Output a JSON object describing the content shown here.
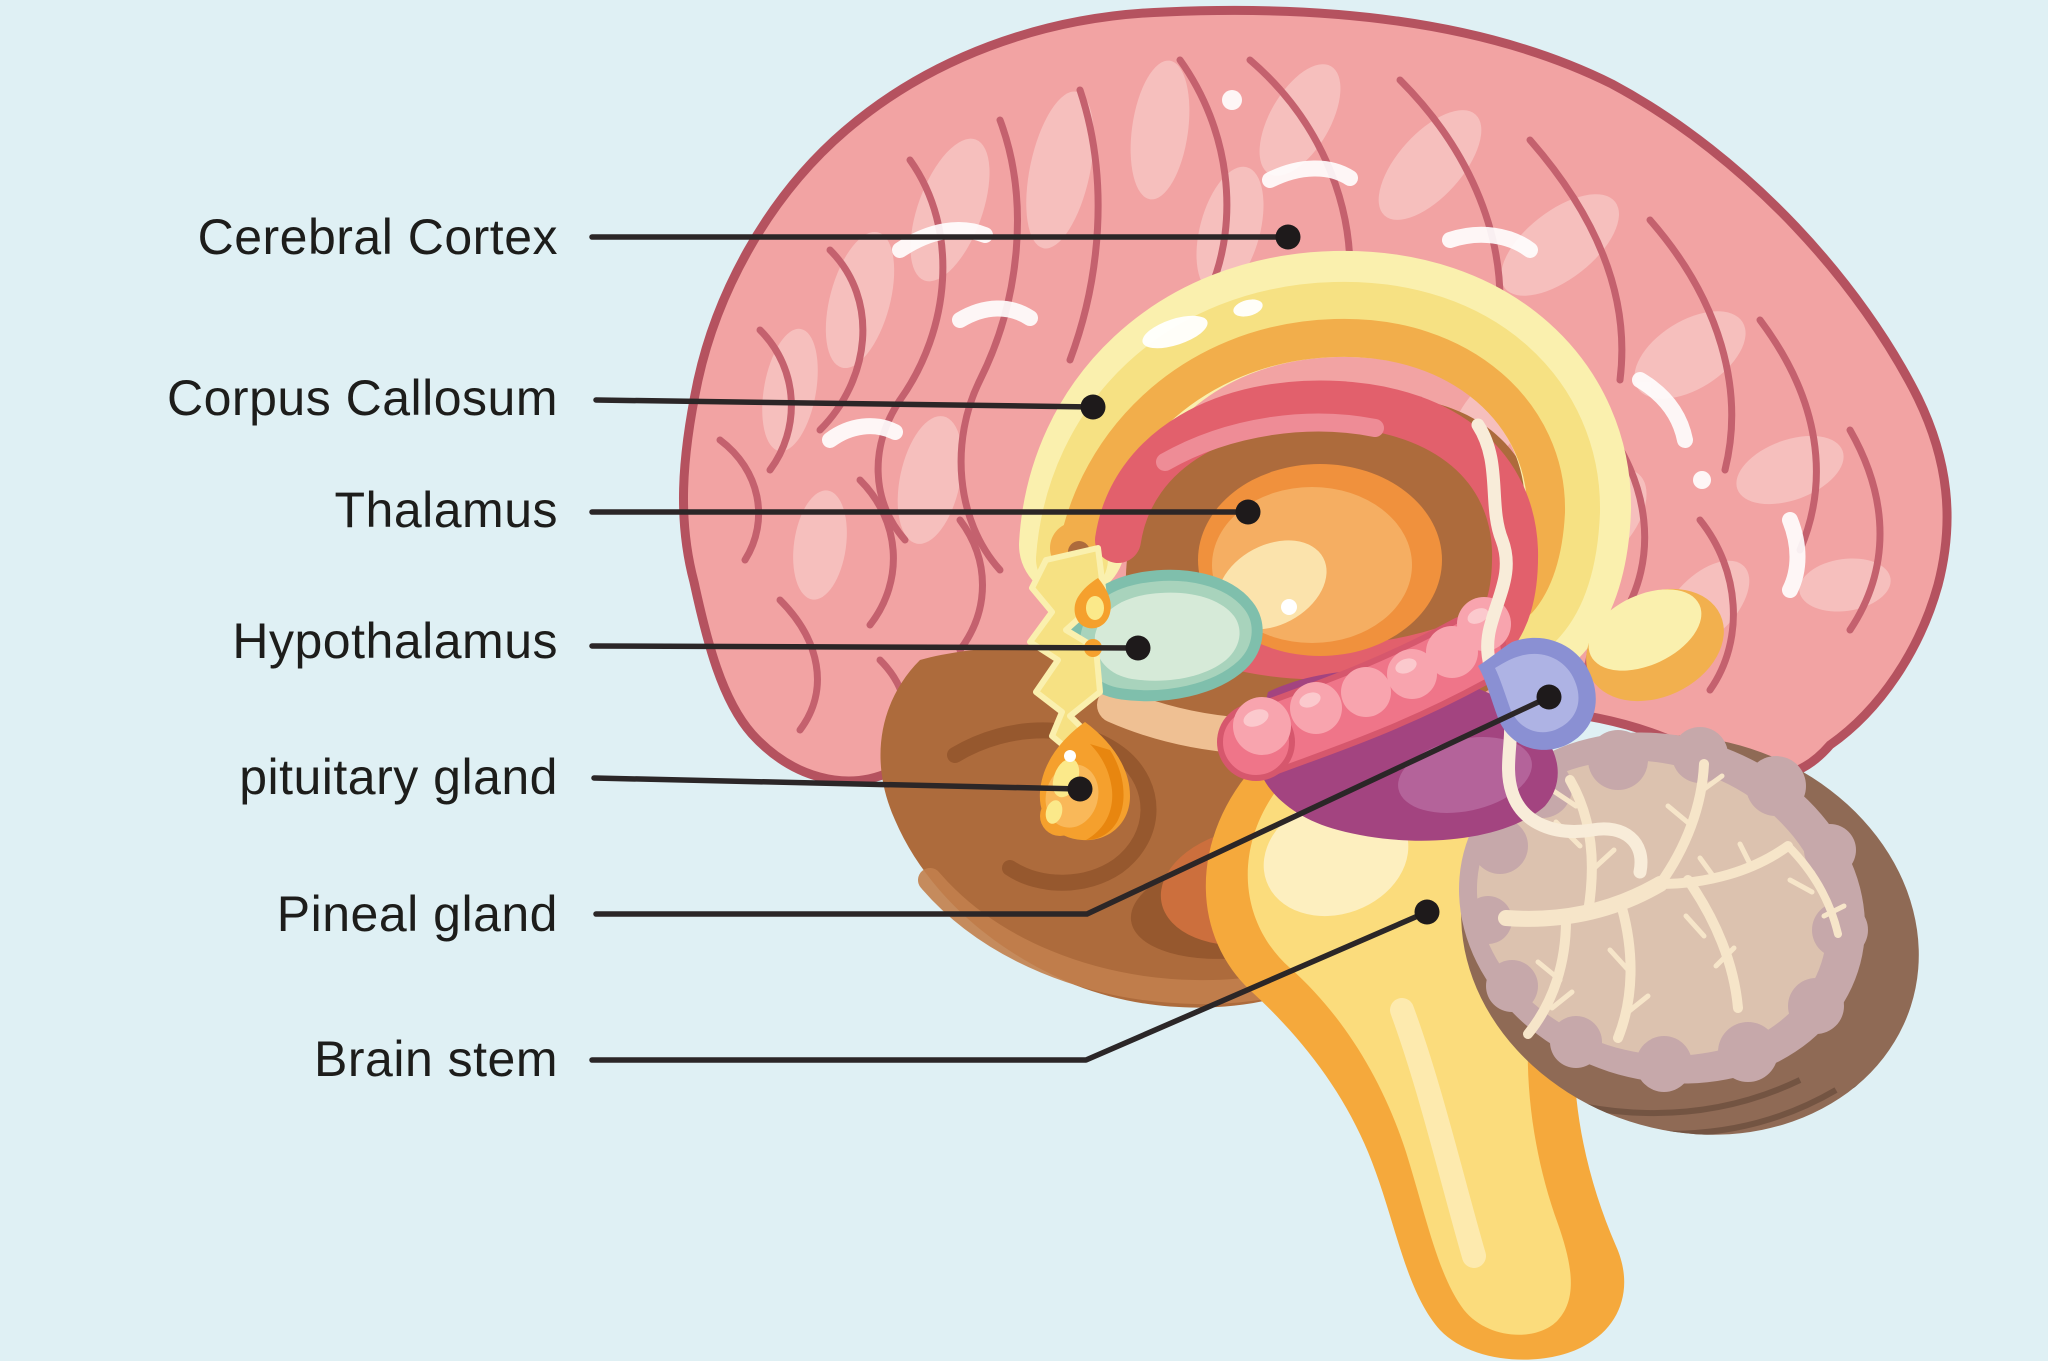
{
  "background": "#DFF0F4",
  "line_color": "#2B2627",
  "text_color": "#1D1D1B",
  "labels": [
    {
      "id": "cerebral-cortex",
      "text": "Cerebral Cortex"
    },
    {
      "id": "corpus-callosum",
      "text": "Corpus Callosum"
    },
    {
      "id": "thalamus",
      "text": "Thalamus"
    },
    {
      "id": "hypothalamus",
      "text": "Hypothalamus"
    },
    {
      "id": "pituitary-gland",
      "text": "pituitary gland"
    },
    {
      "id": "pineal-gland",
      "text": "Pineal gland"
    },
    {
      "id": "brain-stem",
      "text": "Brain stem"
    }
  ],
  "palette": {
    "cortex_pink": "#F2A3A3",
    "cortex_fold_line": "#C4616E",
    "cortex_highlight": "#F6BFBD",
    "cortex_outline": "#B5525F",
    "corpus_callosum_pale": "#FAF0AE",
    "corpus_callosum_yellow": "#F6E183",
    "corpus_callosum_orange": "#F2AE4B",
    "thalamus_orange": "#F0913D",
    "red_ring": "#E2606C",
    "inner_brown": "#AD6B3C",
    "hypothalamus_green": "#A8D3BC",
    "hypothalamus_teal": "#7FBFAC",
    "pituitary_orange": "#F5A02D",
    "pineal_periwinkle": "#8A90D3",
    "hippocampus_pink": "#EF7589",
    "midbrain_purple": "#A34480",
    "brain_stem_yellow": "#FBDC7C",
    "brain_stem_orange": "#F5A93C",
    "cerebellum_brown": "#8F6A55",
    "cerebellum_mauve": "#C6A8AA",
    "cerebellum_tan": "#DCC2AF",
    "arbor_vitae_cream": "#F6E5C9"
  }
}
